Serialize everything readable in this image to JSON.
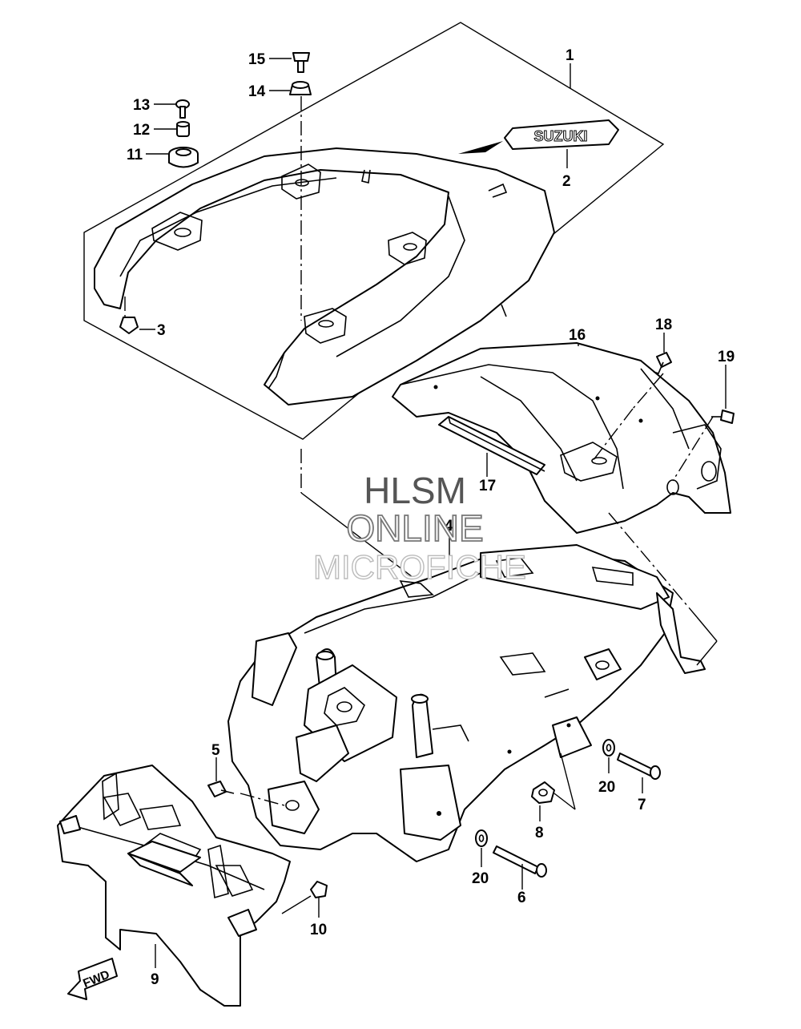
{
  "callouts": {
    "c1": "1",
    "c2": "2",
    "c3": "3",
    "c4": "4",
    "c5": "5",
    "c6": "6",
    "c7": "7",
    "c8": "8",
    "c9": "9",
    "c10": "10",
    "c11": "11",
    "c12": "12",
    "c13": "13",
    "c14": "14",
    "c15": "15",
    "c16": "16",
    "c17": "17",
    "c18": "18",
    "c19": "19",
    "c20a": "20",
    "c20b": "20"
  },
  "emblem_text": "SUZUKI",
  "fwd_label": "FWD",
  "watermark": {
    "line1": "HLSM",
    "line2": "ONLINE",
    "line3": "MICROFICHE"
  },
  "colors": {
    "ink": "#000000",
    "watermark": "#999999"
  }
}
